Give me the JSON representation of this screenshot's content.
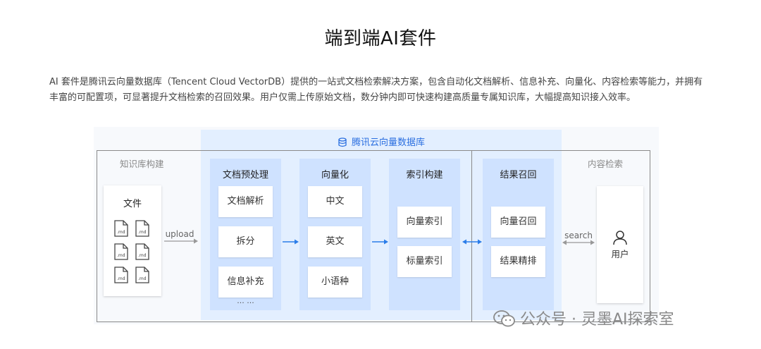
{
  "header": {
    "title": "端到端AI套件",
    "description": "AI 套件是腾讯云向量数据库（Tencent Cloud VectorDB）提供的一站式文档检索解决方案，包含自动化文档解析、信息补充、向量化、内容检索等能力，并拥有丰富的可配置项，可显著提升文档检索的召回效果。用户仅需上传原始文档，数分钟内即可快速构建高质量专属知识库，大幅提高知识接入效率。"
  },
  "diagram": {
    "vectordb_label": "腾讯云向量数据库",
    "kb_section_label": "知识库构建",
    "search_section_label": "内容检索",
    "files_panel": {
      "title": "文件",
      "file_ext": ".md"
    },
    "upload_label": "upload",
    "search_label": "search",
    "columns": {
      "preprocess": {
        "title": "文档预处理",
        "items": [
          "文档解析",
          "拆分",
          "信息补充"
        ],
        "more": "··· ···"
      },
      "vectorize": {
        "title": "向量化",
        "items": [
          "中文",
          "英文",
          "小语种"
        ]
      },
      "index": {
        "title": "索引构建",
        "items": [
          "向量索引",
          "标量索引"
        ]
      },
      "recall": {
        "title": "结果召回",
        "items": [
          "向量召回",
          "结果精排"
        ]
      }
    },
    "user_panel": {
      "label": "用户"
    }
  },
  "watermark": {
    "text": "公众号 · 灵墨AI探索室"
  },
  "colors": {
    "accent": "#2b6fe0",
    "band": "#e3efff",
    "column": "#cfe2ff",
    "arrow": "#2b7de9"
  },
  "icons": [
    "database-icon",
    "md-file-icon",
    "user-icon",
    "wechat-icon"
  ]
}
